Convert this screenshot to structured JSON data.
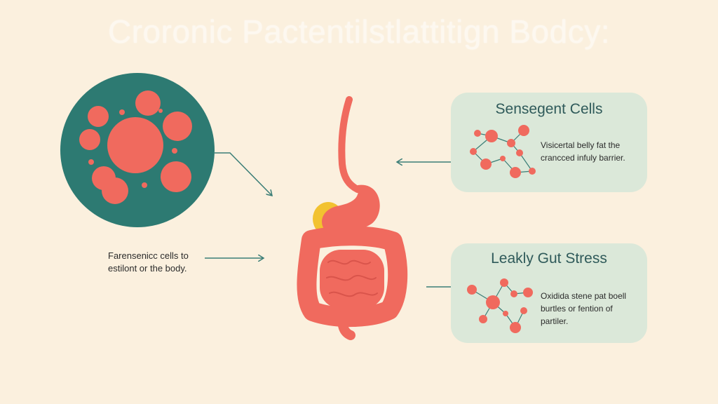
{
  "title": "Croronic Pactentilstlattitign Bodcy:",
  "left_caption": {
    "line1": "Farensenicc cells to",
    "line2": "estilont or the body."
  },
  "panels": [
    {
      "title": "Sensegent Cells",
      "line1": "Visicertal belly fat the",
      "line2": "crancced infuly barrier."
    },
    {
      "title": "Leakly Gut Stress",
      "line1": "Oxidida stene pat boell",
      "line2": "burtles or fention of",
      "line3": "partiler."
    }
  ],
  "colors": {
    "background": "#fbf0de",
    "teal": "#2d7a72",
    "coral": "#f06a5e",
    "panel": "#dbe8d9",
    "arrow": "#3a7d76",
    "yellow": "#f2c230"
  }
}
